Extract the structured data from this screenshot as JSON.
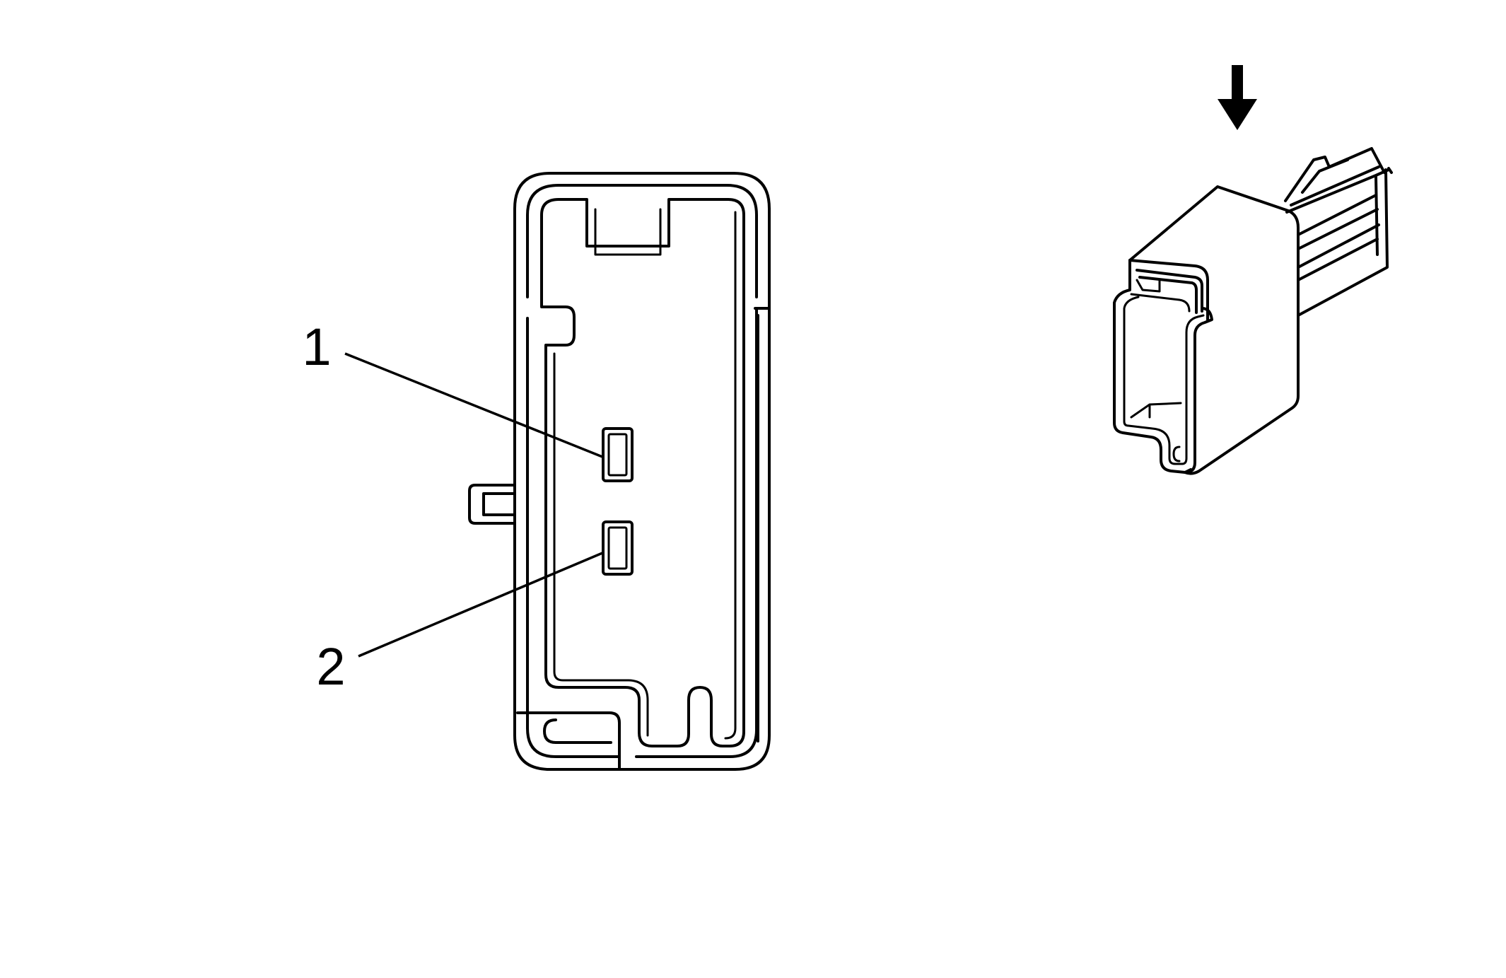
{
  "diagram": {
    "callouts": [
      {
        "id": "1",
        "label": "1"
      },
      {
        "id": "2",
        "label": "2"
      }
    ],
    "colors": {
      "line": "#000000",
      "background": "#ffffff"
    },
    "icons": {
      "insertion_arrow": "arrow-down-icon"
    }
  }
}
